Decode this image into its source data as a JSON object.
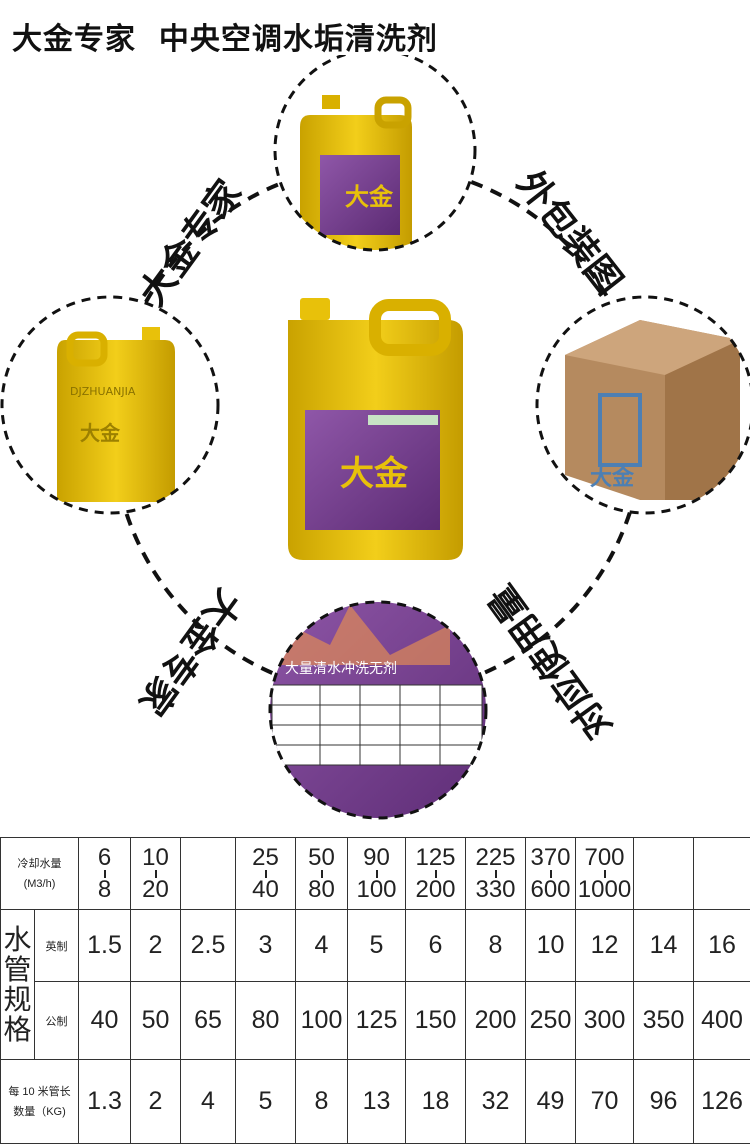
{
  "title": "大金专家  中央空调水垢清洗剂",
  "ring_labels": [
    "大金专家",
    "外包装图",
    "对应使用量",
    "大金专家"
  ],
  "table": {
    "row1_label_line1": "冷却水量",
    "row1_label_line2": "(M3/h)",
    "ranges": [
      [
        "6",
        "8"
      ],
      [
        "10",
        "20"
      ],
      [
        "",
        ""
      ],
      [
        "25",
        "40"
      ],
      [
        "50",
        "80"
      ],
      [
        "90",
        "100"
      ],
      [
        "125",
        "200"
      ],
      [
        "225",
        "330"
      ],
      [
        "370",
        "600"
      ],
      [
        "700",
        "1000"
      ],
      [
        "",
        ""
      ],
      [
        "",
        ""
      ]
    ],
    "group_label": "水管规格",
    "imperial_label": "英制",
    "imperial": [
      "1.5",
      "2",
      "2.5",
      "3",
      "4",
      "5",
      "6",
      "8",
      "10",
      "12",
      "14",
      "16"
    ],
    "metric_label": "公制",
    "metric": [
      "40",
      "50",
      "65",
      "80",
      "100",
      "125",
      "150",
      "200",
      "250",
      "300",
      "350",
      "400"
    ],
    "qty_label_line1": "每 10 米管长",
    "qty_label_line2": "数量（KG)",
    "qty": [
      "1.3",
      "2",
      "4",
      "5",
      "8",
      "13",
      "18",
      "32",
      "49",
      "70",
      "96",
      "126"
    ]
  },
  "photos": {
    "top_bottle": "yellow-bottle-front-icon",
    "left_bottle": "yellow-bottle-back-icon",
    "center_bottle": "yellow-bottle-main-icon",
    "right_box": "cardboard-box-icon",
    "bottom_label": "label-closeup-icon",
    "bottle_brand": "大金",
    "box_brand": "大金",
    "back_embossing": "DJZHUANJIA",
    "label_header": "大量清水冲洗无剂"
  },
  "colors": {
    "bottle": "#E8C10A",
    "label": "#7A3E8E",
    "box": "#B58A5F"
  }
}
